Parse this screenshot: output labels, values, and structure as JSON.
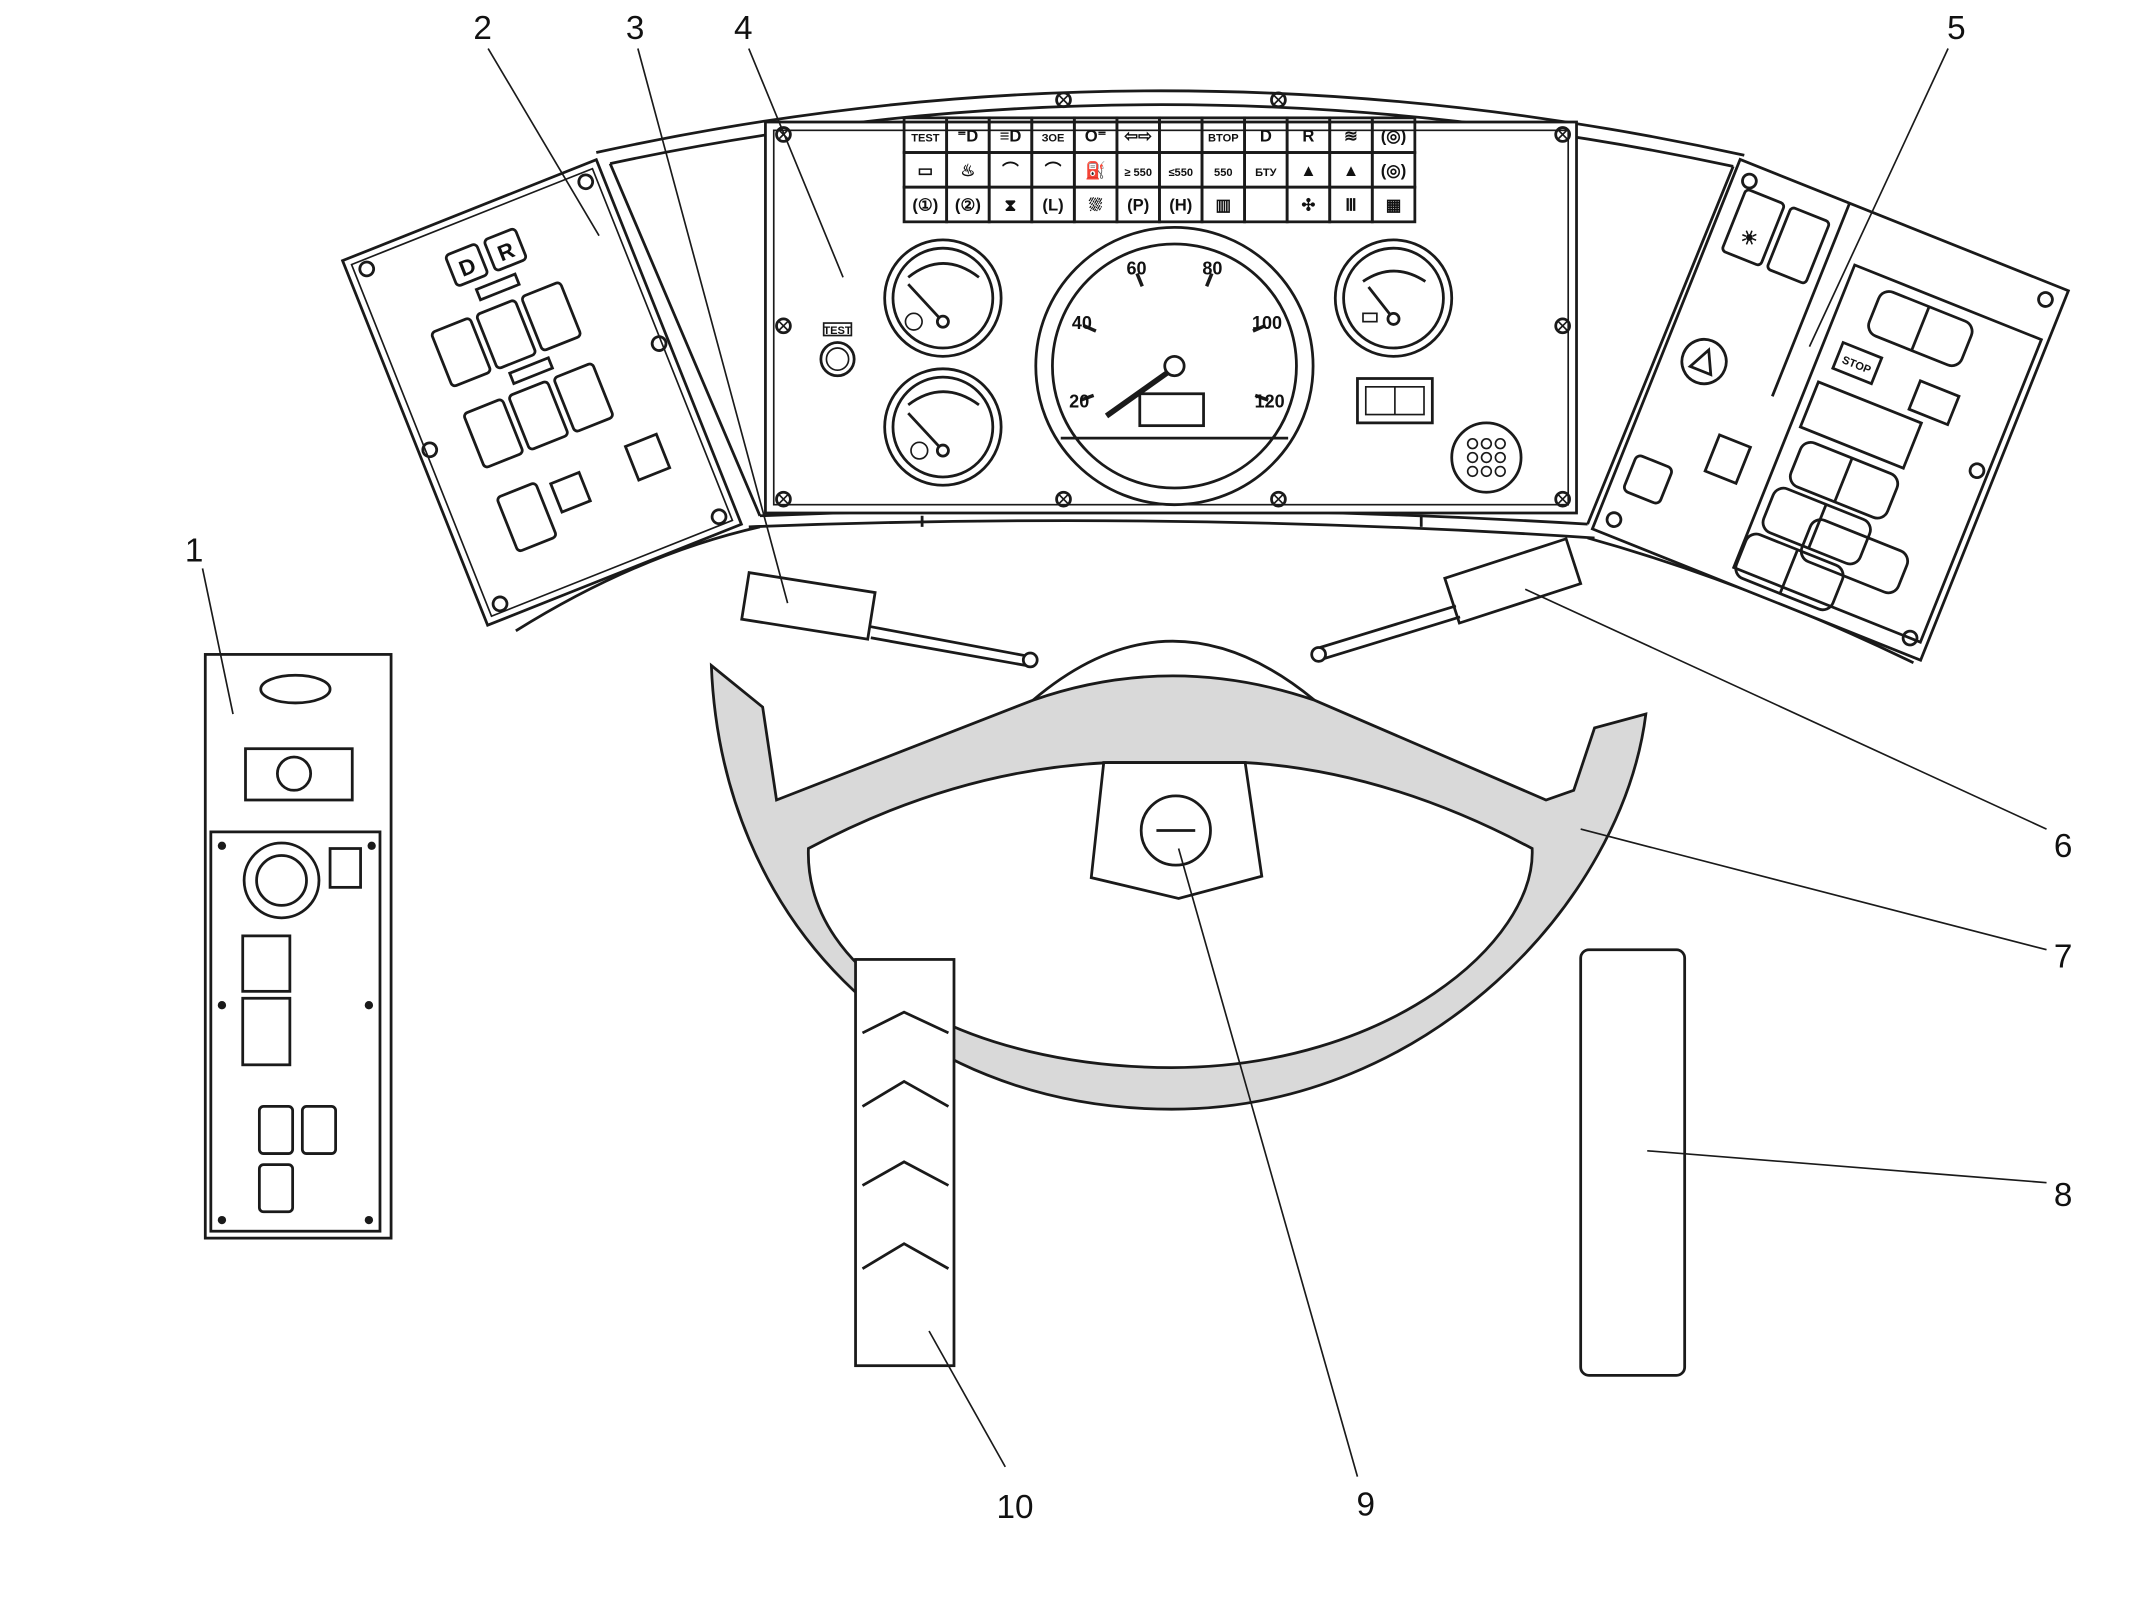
{
  "callouts": [
    {
      "n": "1",
      "part": "left-side-control-panel"
    },
    {
      "n": "2",
      "part": "left-instrument-panel"
    },
    {
      "n": "3",
      "part": "left-steering-column-lever"
    },
    {
      "n": "4",
      "part": "central-instrument-cluster"
    },
    {
      "n": "5",
      "part": "right-instrument-panel"
    },
    {
      "n": "6",
      "part": "right-steering-column-lever"
    },
    {
      "n": "7",
      "part": "steering-wheel"
    },
    {
      "n": "8",
      "part": "accelerator-pedal"
    },
    {
      "n": "9",
      "part": "horn-button"
    },
    {
      "n": "10",
      "part": "brake-pedal"
    }
  ],
  "warning_lights": [
    [
      {
        "t": "TEST"
      },
      {
        "icon": "fog-light-icon"
      },
      {
        "icon": "high-beam-icon"
      },
      {
        "t": "ЗОЕ"
      },
      {
        "icon": "rear-fog-icon"
      },
      {
        "icon": "turn-signal-icon"
      },
      {
        "t": ""
      },
      {
        "t": "BTOP"
      },
      {
        "t": "D"
      },
      {
        "t": "R"
      },
      {
        "icon": "wiper-icon"
      },
      {
        "icon": "brake-rs-icon"
      }
    ],
    [
      {
        "icon": "battery-icon"
      },
      {
        "icon": "heater-icon"
      },
      {
        "icon": "door-icon"
      },
      {
        "icon": "door-icon"
      },
      {
        "icon": "oil-icon"
      },
      {
        "t": "≥ 550"
      },
      {
        "t": "≤550"
      },
      {
        "t": "550"
      },
      {
        "t": "БТУ"
      },
      {
        "icon": "warning-triangle-icon"
      },
      {
        "icon": "warning-triangle-icon"
      },
      {
        "icon": "brake-ms-icon"
      }
    ],
    [
      {
        "icon": "brake-circuit-1-icon"
      },
      {
        "icon": "brake-circuit-2-icon"
      },
      {
        "icon": "hourglass-icon"
      },
      {
        "icon": "brake-l-icon"
      },
      {
        "icon": "coolant-icon"
      },
      {
        "icon": "parking-brake-icon"
      },
      {
        "icon": "brake-h-icon"
      },
      {
        "icon": "door-panel-icon"
      },
      {
        "t": ""
      },
      {
        "icon": "fan-icon"
      },
      {
        "icon": "column-icon"
      },
      {
        "icon": "service-icon"
      }
    ]
  ],
  "speedometer": {
    "ticks": [
      "20",
      "40",
      "60",
      "80",
      "100",
      "120"
    ]
  },
  "test_label": "TEST",
  "left_panel": {
    "d_label": "D",
    "r_label": "R"
  },
  "right_panel": {
    "stop_label": "STOP"
  },
  "colors": {
    "line": "#1a1a1a",
    "wheel": "#d9d9d9"
  }
}
